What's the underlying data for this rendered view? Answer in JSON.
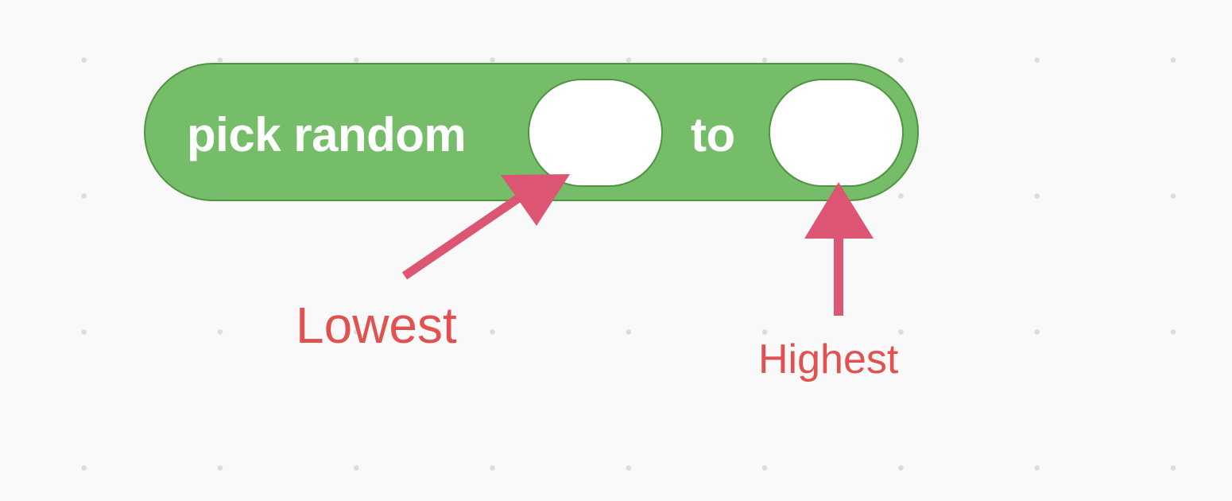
{
  "block": {
    "label_pick": "pick random",
    "label_to": "to",
    "low_value": "",
    "high_value": "",
    "color": "#76bd69",
    "border_color": "#4f9441"
  },
  "annotations": {
    "lowest": "Lowest",
    "highest": "Highest",
    "color": "#dc5572"
  }
}
